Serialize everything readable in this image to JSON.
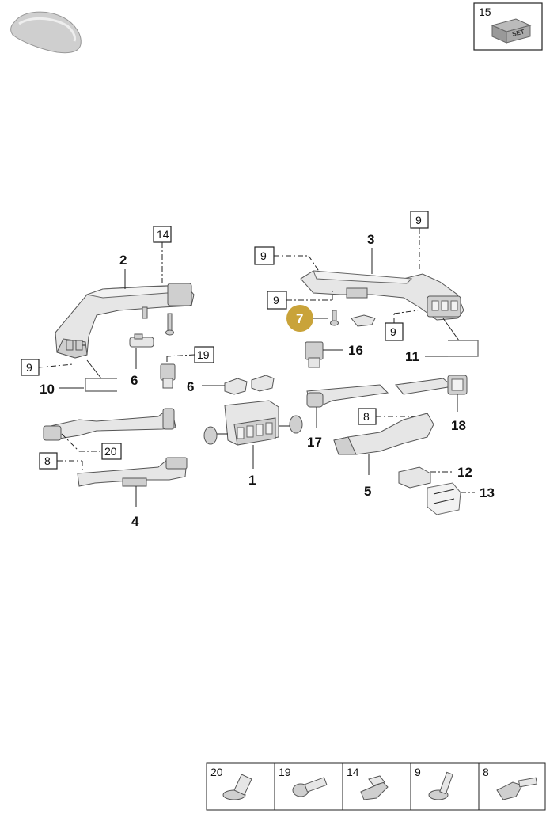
{
  "callouts": {
    "c1": "1",
    "c2": "2",
    "c3": "3",
    "c4": "4",
    "c5": "5",
    "c6a": "6",
    "c6b": "6",
    "c7": "7",
    "c10": "10",
    "c11": "11",
    "c12": "12",
    "c13": "13",
    "c16": "16",
    "c17": "17",
    "c18": "18"
  },
  "boxed": {
    "b15": "15",
    "b14": "14",
    "b9_top": "9",
    "b9_left3": "9",
    "b9_mid": "9",
    "b9_right": "9",
    "b9_left2": "9",
    "b19": "19",
    "b8_left": "8",
    "b20": "20",
    "b8_right": "8"
  },
  "set_label": "SET",
  "highlight_color": "#c9a33a",
  "legend": [
    "20",
    "19",
    "14",
    "9",
    "8"
  ]
}
